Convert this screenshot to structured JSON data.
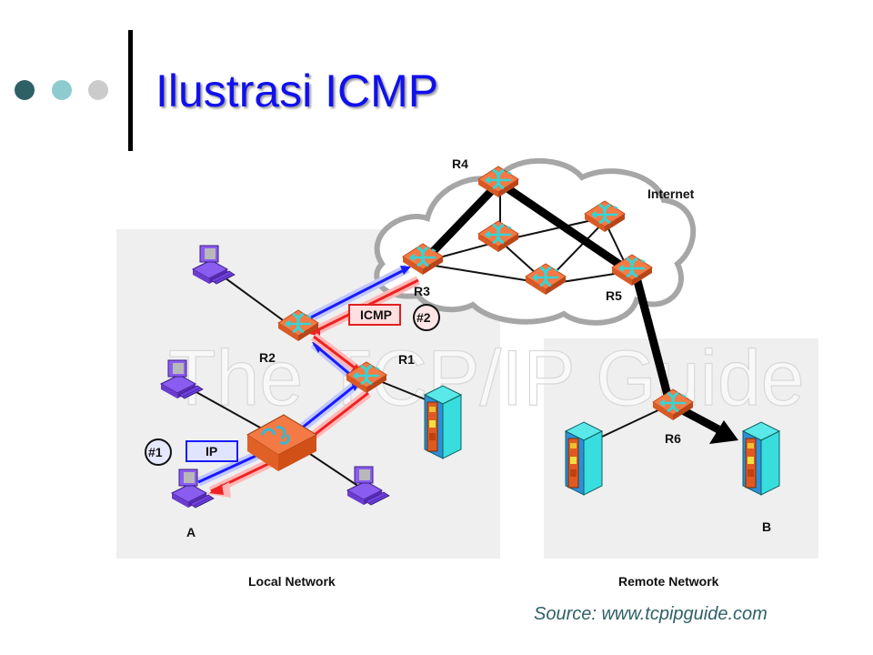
{
  "slide": {
    "title": "Ilustrasi ICMP",
    "bullet_dots": [
      {
        "name": "dot-dark-teal",
        "color": "#2f6066"
      },
      {
        "name": "dot-light-teal",
        "color": "#8ecbcf"
      },
      {
        "name": "dot-gray",
        "color": "#cbcbcb"
      }
    ],
    "source": "Source: www.tcpipguide.com"
  },
  "diagram": {
    "watermark": "The TCP/IP Guide",
    "cloud_label": "Internet",
    "local_network_label": "Local Network",
    "remote_network_label": "Remote Network",
    "routers": {
      "r1": "R1",
      "r2": "R2",
      "r3": "R3",
      "r4": "R4",
      "r5": "R5",
      "r6": "R6"
    },
    "hosts": {
      "a": "A",
      "b": "B"
    },
    "messages": {
      "ip": {
        "label": "IP",
        "step": "#1",
        "color": "#1a1aff"
      },
      "icmp": {
        "label": "ICMP",
        "step": "#2",
        "color": "#ee2222"
      }
    },
    "colors": {
      "router": "#f47a45",
      "router_icon": "#37d4d4",
      "computer": "#8a5cf0",
      "server": "#3ee0e0",
      "path": "#000000",
      "panel": "#efefef",
      "cloud_outline": "#a6a6a6"
    }
  }
}
